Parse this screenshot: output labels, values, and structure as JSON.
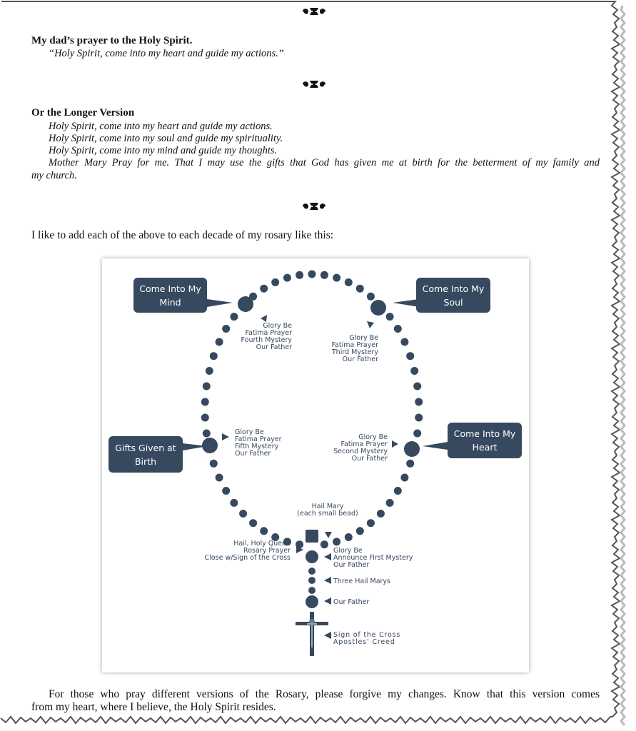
{
  "heading_prayer": "My dad’s prayer to the Holy Spirit.",
  "short_prayer": "“Holy Spirit, come into my heart and guide my actions.”",
  "heading_longer": "Or the Longer Version",
  "longer_lines": [
    "Holy Spirit, come into my heart and guide my actions.",
    "Holy Spirit, come into my soul and guide my spirituality.",
    "Holy Spirit, come into my mind and guide my thoughts.",
    "Mother Mary Pray for me. That I may use the gifts that God has given me at birth for the betterment of my family and",
    "my church."
  ],
  "intro": "I like to add each of the above to each decade of my rosary like this:",
  "figure": {
    "callouts": {
      "mind": [
        "Come Into My",
        "Mind"
      ],
      "soul": [
        "Come Into My",
        "Soul"
      ],
      "gifts": [
        "Gifts Given at",
        "Birth"
      ],
      "heart": [
        "Come Into My",
        "Heart"
      ]
    },
    "labels": {
      "fourth": [
        "Glory Be",
        "Fatima Prayer",
        "Fourth Mystery",
        "Our Father"
      ],
      "third": [
        "Glory Be",
        "Fatima Prayer",
        "Third Mystery",
        "Our Father"
      ],
      "fifth": [
        "Glory Be",
        "Fatima Prayer",
        "Fifth Mystery",
        "Our Father"
      ],
      "second": [
        "Glory Be",
        "Fatima Prayer",
        "Second Mystery",
        "Our Father"
      ],
      "hail_mary": [
        "Hail Mary",
        "(each small bead)"
      ],
      "hail_queen": [
        "Hail, Holy Queen",
        "Rosary Prayer",
        "Close w/Sign of the Cross"
      ],
      "first": [
        "Glory Be",
        "Announce First Mystery",
        "Our Father"
      ],
      "three": [
        "Three Hail Marys"
      ],
      "our_father": [
        "Our Father"
      ],
      "cross": [
        "Sign of the Cross",
        "Apostles’ Creed"
      ]
    },
    "colors": {
      "bead": "#36495f",
      "callout": "#36495f"
    }
  },
  "closing_lines": [
    "For those who pray different versions of the Rosary, please forgive my changes. Know that this version comes",
    "from my heart, where I believe, the Holy Spirit resides."
  ]
}
